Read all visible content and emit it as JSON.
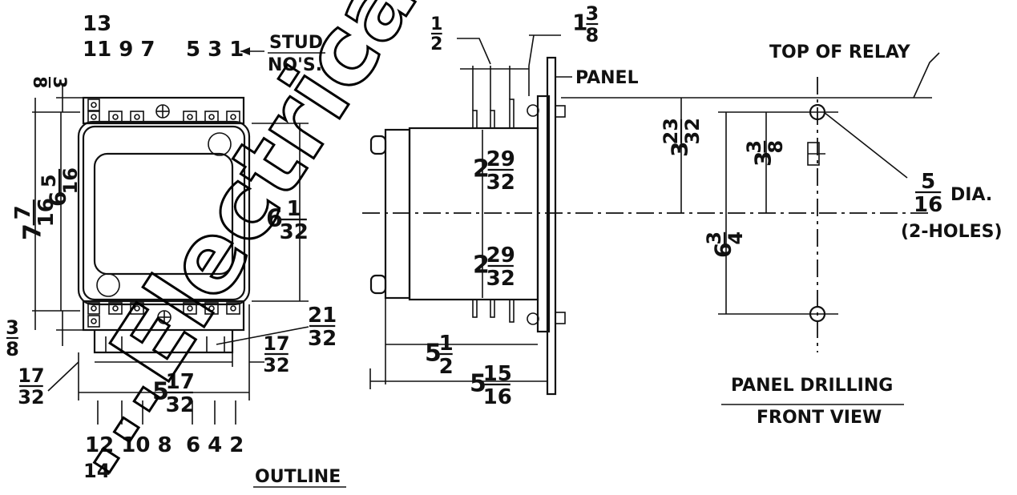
{
  "labels": {
    "stud_top_13": "13",
    "stud_top_row": "11 9 7",
    "stud_top_row2": "5 3 1",
    "stud": "STUD",
    "nos": "NO'S.",
    "stud_bot_row": "12 10 8",
    "stud_bot_row2": "6 4 2",
    "stud_bot_14": "14",
    "outline": "OUTLINE",
    "panel": "PANEL",
    "top_of_relay": "TOP OF RELAY",
    "dia": "DIA.",
    "two_holes": "(2-HOLES)",
    "panel_drilling": "PANEL DRILLING",
    "front_view": "FRONT VIEW",
    "watermark": "...Electrical..."
  },
  "dims": {
    "d_3_8_top": {
      "whole": "",
      "num": "3",
      "den": "8"
    },
    "d_7_7_16": {
      "whole": "7",
      "num": "7",
      "den": "16"
    },
    "d_6_5_16": {
      "whole": "6",
      "num": "5",
      "den": "16"
    },
    "d_6_1_32": {
      "whole": "6",
      "num": "1",
      "den": "32"
    },
    "d_3_8_bot": {
      "whole": "",
      "num": "3",
      "den": "8"
    },
    "d_21_32": {
      "whole": "",
      "num": "21",
      "den": "32"
    },
    "d_17_32_right": {
      "whole": "",
      "num": "17",
      "den": "32"
    },
    "d_17_32_left": {
      "whole": "",
      "num": "17",
      "den": "32"
    },
    "d_5_17_32": {
      "whole": "5",
      "num": "17",
      "den": "32"
    },
    "d_1_2": {
      "whole": "",
      "num": "1",
      "den": "2"
    },
    "d_1_3_8": {
      "whole": "1",
      "num": "3",
      "den": "8"
    },
    "d_2_29_32_top": {
      "whole": "2",
      "num": "29",
      "den": "32"
    },
    "d_2_29_32_bot": {
      "whole": "2",
      "num": "29",
      "den": "32"
    },
    "d_5_1_2": {
      "whole": "5",
      "num": "1",
      "den": "2"
    },
    "d_5_15_16": {
      "whole": "5",
      "num": "15",
      "den": "16"
    },
    "d_3_23_32": {
      "whole": "3",
      "num": "23",
      "den": "32"
    },
    "d_3_3_8": {
      "whole": "3",
      "num": "3",
      "den": "8"
    },
    "d_6_3_4": {
      "whole": "6",
      "num": "3",
      "den": "4"
    },
    "d_5_16": {
      "whole": "",
      "num": "5",
      "den": "16"
    }
  }
}
